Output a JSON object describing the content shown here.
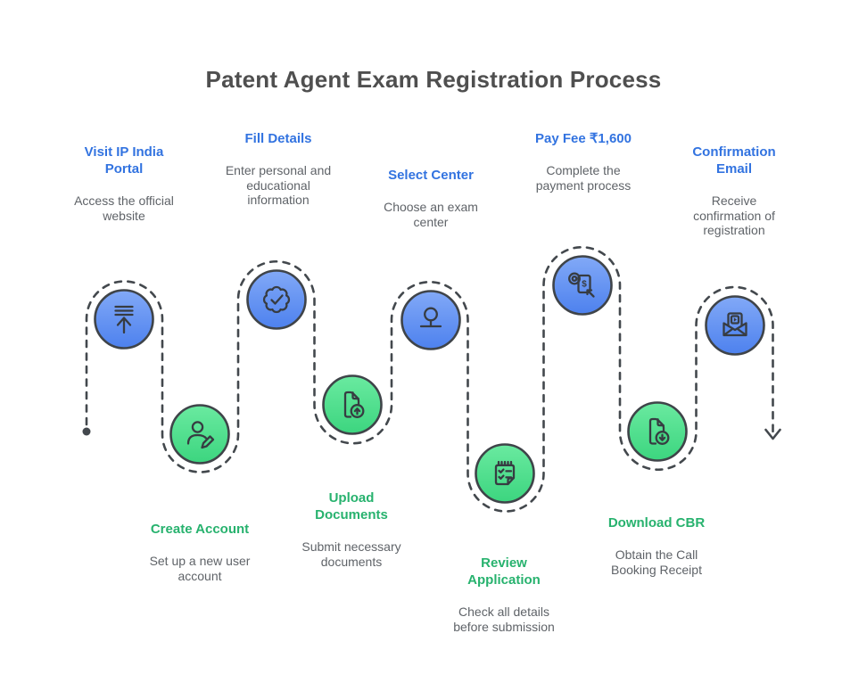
{
  "title": "Patent Agent Exam Registration Process",
  "steps": [
    {
      "title": "Visit IP India Portal",
      "description": "Access the official website",
      "color": "blue",
      "icon": "upload-icon"
    },
    {
      "title": "Create Account",
      "description": "Set up a new user account",
      "color": "green",
      "icon": "user-edit-icon"
    },
    {
      "title": "Fill Details",
      "description": "Enter personal and educational information",
      "color": "blue",
      "icon": "badge-check-icon"
    },
    {
      "title": "Upload Documents",
      "description": "Submit necessary documents",
      "color": "green",
      "icon": "document-upload-icon"
    },
    {
      "title": "Select Center",
      "description": "Choose an exam center",
      "color": "blue",
      "icon": "location-marker-icon"
    },
    {
      "title": "Review Application",
      "description": "Check all details before submission",
      "color": "green",
      "icon": "checklist-icon"
    },
    {
      "title": "Pay Fee ₹1,600",
      "description": "Complete the payment process",
      "color": "blue",
      "icon": "mobile-payment-icon"
    },
    {
      "title": "Download CBR",
      "description": "Obtain the Call Booking Receipt",
      "color": "green",
      "icon": "document-download-icon"
    },
    {
      "title": "Confirmation Email",
      "description": "Receive confirmation of registration",
      "color": "blue",
      "icon": "email-open-icon"
    }
  ],
  "icons": {
    "dollar_glyph": "$"
  },
  "colors": {
    "blue_heading": "#3273e0",
    "green_heading": "#27b26e",
    "body_text": "#5f6368",
    "title_text": "#4f4f4f",
    "node_blue_top": "#82a9f7",
    "node_blue_bottom": "#4d81ee",
    "node_green_top": "#6aeaa0",
    "node_green_bottom": "#3cd57f",
    "outline": "#3f4449",
    "path": "#43484d"
  }
}
